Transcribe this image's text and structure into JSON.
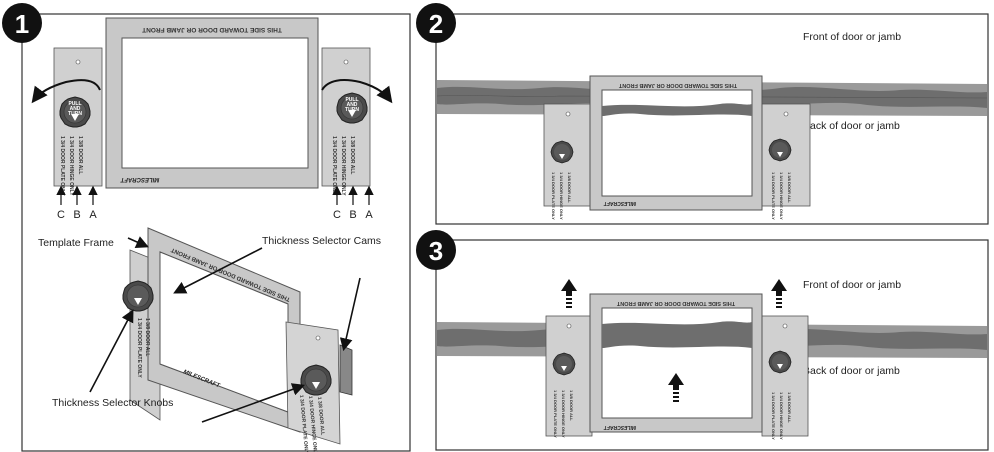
{
  "steps": [
    "1",
    "2",
    "3"
  ],
  "frame_text": "THIS SIDE TOWARD DOOR OR JAMB FRONT",
  "logo": "MILESCRAFT",
  "knob_text": [
    "PULL",
    "AND",
    "TURN"
  ],
  "wing_labels": [
    "1 3/4 DOOR PLATE ONLY",
    "1 3/4 DOOR HINGE ONLY",
    "1 3/8 DOOR ALL"
  ],
  "cam_letters": [
    "C",
    "B",
    "A"
  ],
  "callouts": {
    "template_frame": "Template Frame",
    "thickness_cams": "Thickness Selector Cams",
    "thickness_knobs": "Thickness Selector Knobs"
  },
  "door_labels": {
    "front": "Front of door or jamb",
    "back": "Back of door or jamb"
  }
}
